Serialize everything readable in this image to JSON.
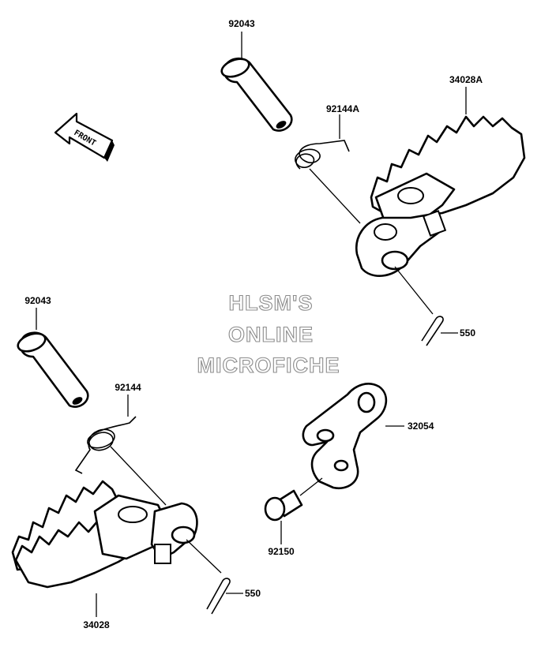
{
  "diagram": {
    "callouts": {
      "pin_top": "92043",
      "spring_top": "92144A",
      "footpeg_top": "34028A",
      "cotter_top": "550",
      "pin_bottom": "92043",
      "spring_bottom": "92144",
      "bracket": "32054",
      "bolt": "92150",
      "cotter_bottom": "550",
      "footpeg_bottom": "34028"
    },
    "front_arrow": "FRONT",
    "watermark": [
      "HLSM'S",
      "ONLINE",
      "MICROFICHE"
    ]
  }
}
